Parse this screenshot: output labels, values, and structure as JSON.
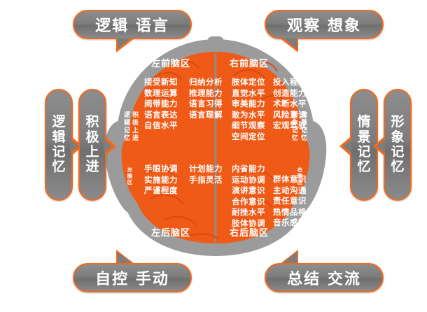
{
  "colors": {
    "accent": "#F26A1B",
    "brain_fill": "#F05A17",
    "brain_outline": "#9b9b9b",
    "pill_grey": "#7d7d7d",
    "text_white": "#ffffff"
  },
  "callouts": {
    "top_left": "逻辑  语言",
    "top_right": "观察  想象",
    "bottom_left": "自控  手动",
    "bottom_right": "总结  交流"
  },
  "side_labels": {
    "left_outer": "逻辑记忆",
    "left_inner": "积极上进",
    "right_inner": "情景记忆",
    "right_outer": "形象记忆"
  },
  "ear_labels": {
    "left_top": "积极上进",
    "left_top2": "逻辑记忆",
    "left_bottom": "左脑区",
    "right_top": "形象记忆",
    "right_top2": "情景记忆",
    "right_bottom": "右脑区"
  },
  "quadrants": {
    "front_left": "左前脑区",
    "front_right": "右前脑区",
    "back_left": "左后脑区",
    "back_right": "右后脑区"
  },
  "columns": {
    "front_left_a": [
      "接受新知",
      "数理运算",
      "阅带能力",
      "语言表达",
      "自信水平"
    ],
    "front_left_b": [
      "归纳分析",
      "推理能力",
      "语言习得",
      "语言理解"
    ],
    "front_right_a": [
      "肢体定位",
      "直觉水平",
      "审美能力",
      "敢为水平",
      "细节观察",
      "空间定位"
    ],
    "front_right_b": [
      "投入程度",
      "创造能力",
      "术断水平",
      "风险意识",
      "宏观驾驭"
    ],
    "back_left_a": [
      "手眼协调",
      "实施能力",
      "严谨程度"
    ],
    "back_left_b": [
      "计划能力",
      "手指灵活"
    ],
    "back_right_a": [
      "内省能力",
      "运动协调",
      "演讲意识",
      "合作意识",
      "耐挫水平",
      "肢体协调"
    ],
    "back_right_b": [
      "群体意识",
      "主动沟通",
      "责任意识",
      "热情品格",
      "音乐感知"
    ]
  }
}
